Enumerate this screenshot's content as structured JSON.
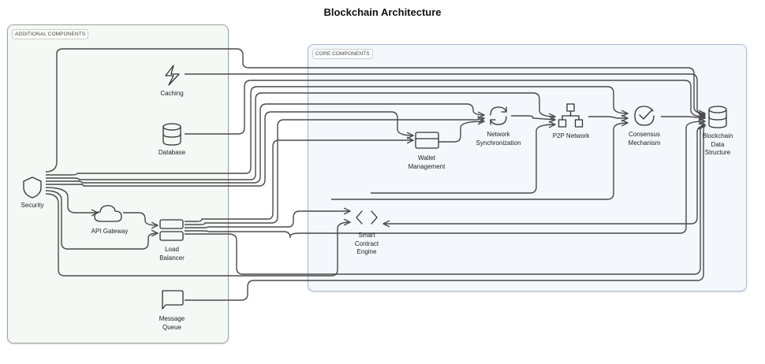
{
  "title": "Blockchain Architecture",
  "groups": {
    "additional": {
      "label": "ADDITIONAL COMPONENTS"
    },
    "core": {
      "label": "CORE COMPONENTS"
    }
  },
  "nodes": {
    "caching": {
      "label": "Caching",
      "icon": "lightning-icon"
    },
    "database": {
      "label": "Database",
      "icon": "database-icon"
    },
    "security": {
      "label": "Security",
      "icon": "shield-icon"
    },
    "api_gateway": {
      "label": "API Gateway",
      "icon": "cloud-icon"
    },
    "load_balancer": {
      "label": "Load\nBalancer",
      "icon": "server-icon"
    },
    "message_queue": {
      "label": "Message\nQueue",
      "icon": "message-icon"
    },
    "wallet": {
      "label": "Wallet\nManagement",
      "icon": "wallet-icon"
    },
    "network_sync": {
      "label": "Network\nSynchronization",
      "icon": "sync-icon"
    },
    "p2p": {
      "label": "P2P Network",
      "icon": "network-icon"
    },
    "consensus": {
      "label": "Consensus\nMechanism",
      "icon": "check-circle-icon"
    },
    "blockchain": {
      "label": "Blockchain\nData\nStructure",
      "icon": "database-icon"
    },
    "smart_contract": {
      "label": "Smart\nContract\nEngine",
      "icon": "code-icon"
    }
  },
  "edges": [
    {
      "from": "Security",
      "to": "Blockchain Data Structure"
    },
    {
      "from": "Caching",
      "to": "Blockchain Data Structure"
    },
    {
      "from": "Database",
      "to": "Blockchain Data Structure"
    },
    {
      "from": "Security",
      "to": "Consensus Mechanism"
    },
    {
      "from": "Security",
      "to": "P2P Network"
    },
    {
      "from": "Security",
      "to": "Network Synchronization"
    },
    {
      "from": "Security",
      "to": "Wallet Management"
    },
    {
      "from": "Security",
      "to": "API Gateway"
    },
    {
      "from": "Security",
      "to": "Load Balancer"
    },
    {
      "from": "API Gateway",
      "to": "Load Balancer"
    },
    {
      "from": "Load Balancer",
      "to": "Wallet Management"
    },
    {
      "from": "Load Balancer",
      "to": "Network Synchronization"
    },
    {
      "from": "Load Balancer",
      "to": "Blockchain Data Structure"
    },
    {
      "from": "Load Balancer",
      "to": "Smart Contract Engine"
    },
    {
      "from": "Wallet Management",
      "to": "Network Synchronization"
    },
    {
      "from": "Network Synchronization",
      "to": "P2P Network"
    },
    {
      "from": "P2P Network",
      "to": "Consensus Mechanism"
    },
    {
      "from": "Consensus Mechanism",
      "to": "Blockchain Data Structure"
    },
    {
      "from": "Blockchain Data Structure",
      "to": "Smart Contract Engine"
    },
    {
      "from": "Message Queue",
      "to": "Blockchain Data Structure"
    }
  ],
  "colors": {
    "additional_bg": "#f4f9f6",
    "core_bg": "#f4f7fb",
    "core_border": "#a9bcd6",
    "edge": "#4a4a4a"
  }
}
